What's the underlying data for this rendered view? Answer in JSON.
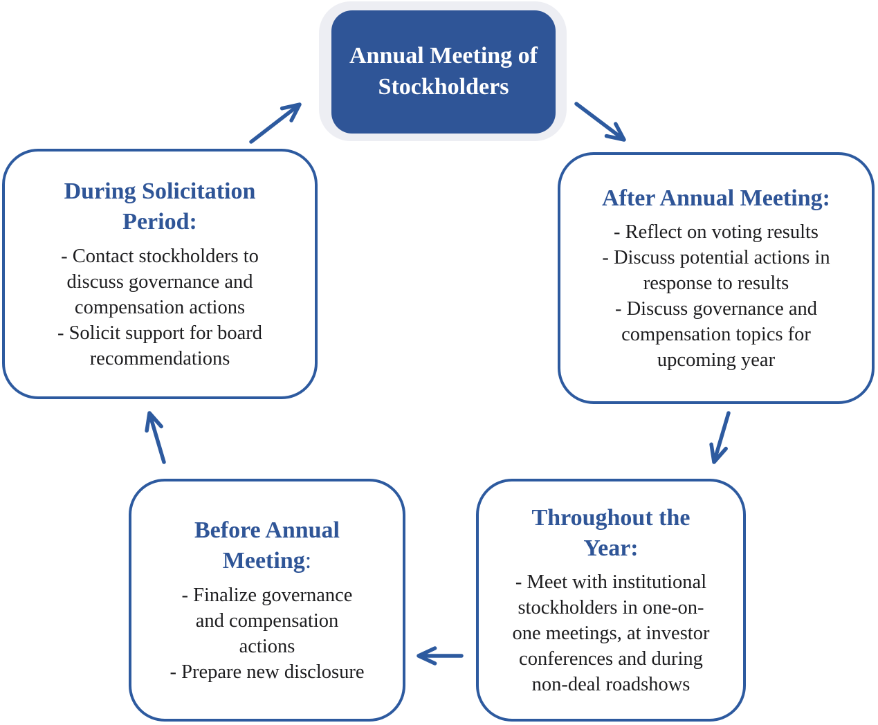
{
  "center_box": {
    "title": "Annual Meeting of\nStockholders"
  },
  "boxes": {
    "during": {
      "title": "During Solicitation\nPeriod:",
      "items": [
        "- Contact stockholders to\ndiscuss governance and\ncompensation actions",
        "- Solicit support for board\nrecommendations"
      ]
    },
    "after": {
      "title": "After Annual Meeting:",
      "items": [
        "- Reflect on voting results",
        "- Discuss potential actions in\nresponse to results",
        "- Discuss governance and\ncompensation topics for\nupcoming year"
      ]
    },
    "throughout": {
      "title": "Throughout the\nYear:",
      "items": [
        "- Meet with institutional\nstockholders in one-on-\none meetings, at investor\nconferences and during\nnon-deal roadshows"
      ]
    },
    "before": {
      "title": "Before Annual\nMeeting",
      "title_suffix": ":",
      "items": [
        "- Finalize governance\nand compensation\nactions",
        "- Prepare new disclosure"
      ]
    }
  },
  "colors": {
    "primary_blue": "#2F5597",
    "border_blue": "#2D5A9F",
    "body_text": "#1D1D1F",
    "halo": "#EDEEF3",
    "page_bg": "#FFFFFF",
    "center_text": "#FFFFFF"
  }
}
